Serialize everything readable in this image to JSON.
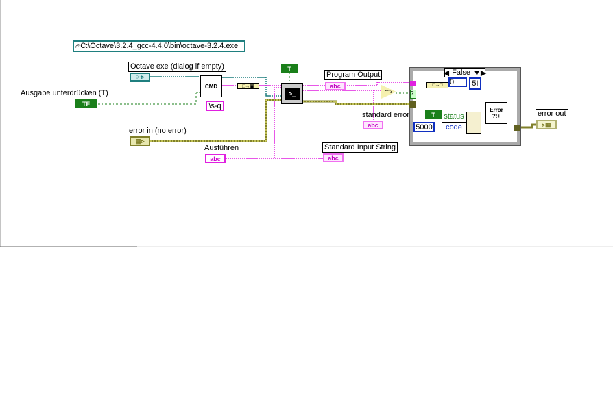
{
  "path_constant": "C:\\Octave\\3.2.4_gcc-4.4.0\\bin\\octave-3.2.4.exe",
  "controls": {
    "octave_exe": "Octave exe (dialog if empty)",
    "ausgabe": "Ausgabe unterdrücken (T)",
    "ausgabe_value": "TF",
    "error_in": "error in (no error)",
    "ausfuehren": "Ausführen"
  },
  "nodes": {
    "cmd": "CMD",
    "flag_constant": "\\s-q",
    "true_constant": "T",
    "comparator": "\"\"?",
    "error_node": "Error ?!+"
  },
  "indicators": {
    "program_output": "Program Output",
    "standard_error": "standard error",
    "standard_input": "Standard Input String",
    "error_out": "error out",
    "abc": "abc"
  },
  "case_structure": {
    "selector": "False",
    "index_value": "0",
    "i32": "5I",
    "status_label": "status",
    "code_label": "code",
    "code_value": "5000",
    "status_value": "T"
  },
  "colors": {
    "string": "#e020e0",
    "path": "#1f7f7f",
    "bool": "#1a7f1a",
    "error": "#80802a",
    "numeric": "#1030c0"
  }
}
